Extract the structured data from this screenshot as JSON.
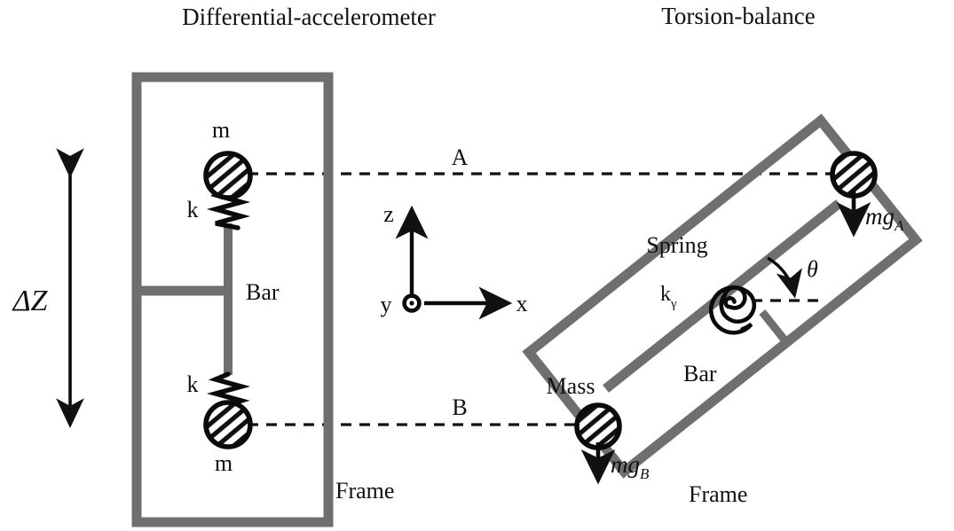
{
  "figure": {
    "kind": "physics-schematic-comparison",
    "background_color": "#ffffff",
    "frame_color": "#6f6f6f",
    "ink_color": "#111111"
  },
  "titles": {
    "left": "Differential-accelerometer",
    "right": "Torsion-balance"
  },
  "left_panel": {
    "delta_z_label": "ΔZ",
    "top_mass_label": "m",
    "top_spring_label": "k",
    "bottom_mass_label": "m",
    "bottom_spring_label": "k",
    "bar_label": "Bar",
    "frame_label": "Frame"
  },
  "axes": {
    "z_label": "z",
    "x_label": "x",
    "y_label": "y"
  },
  "reference_lines": {
    "upper_label": "A",
    "lower_label": "B"
  },
  "right_panel": {
    "spring_label": "Spring",
    "spring_constant": "k",
    "spring_constant_subscript": "γ",
    "angle_label": "θ",
    "mass_label": "Mass",
    "bar_label": "Bar",
    "frame_label": "Frame",
    "force_a": "mg",
    "force_a_subscript": "A",
    "force_b": "mg",
    "force_b_subscript": "B",
    "tilt_degrees": "-38"
  }
}
